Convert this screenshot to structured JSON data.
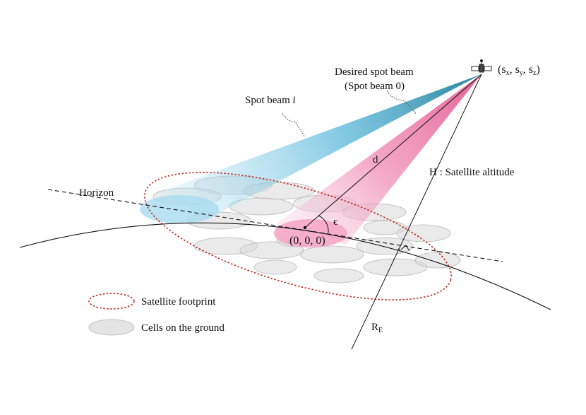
{
  "labels": {
    "satellite_position": "(s",
    "sat_sub_x": "x",
    "sat_sub_y": "y",
    "sat_sub_z": "z",
    "desired_beam_line1": "Desired spot beam",
    "desired_beam_line2": "(Spot beam 0)",
    "spot_beam_i_prefix": "Spot beam ",
    "spot_beam_i_index": "i",
    "distance": "d",
    "altitude": "H : Satellite altitude",
    "horizon": "Horizon",
    "elevation_angle": "ϵ",
    "origin": "(0, 0, 0)",
    "earth_radius": "R",
    "earth_radius_sub": "E"
  },
  "legend": {
    "footprint_label": "Satellite footprint",
    "cells_label": "Cells on the ground"
  },
  "colors": {
    "desired_beam": "#f08cb4",
    "spot_beam_i": "#3aa0c8",
    "footprint_outline": "#c0281e",
    "cell_fill": "#d9d9d9",
    "cell_stroke": "#c4c4c4",
    "line": "#111111"
  }
}
